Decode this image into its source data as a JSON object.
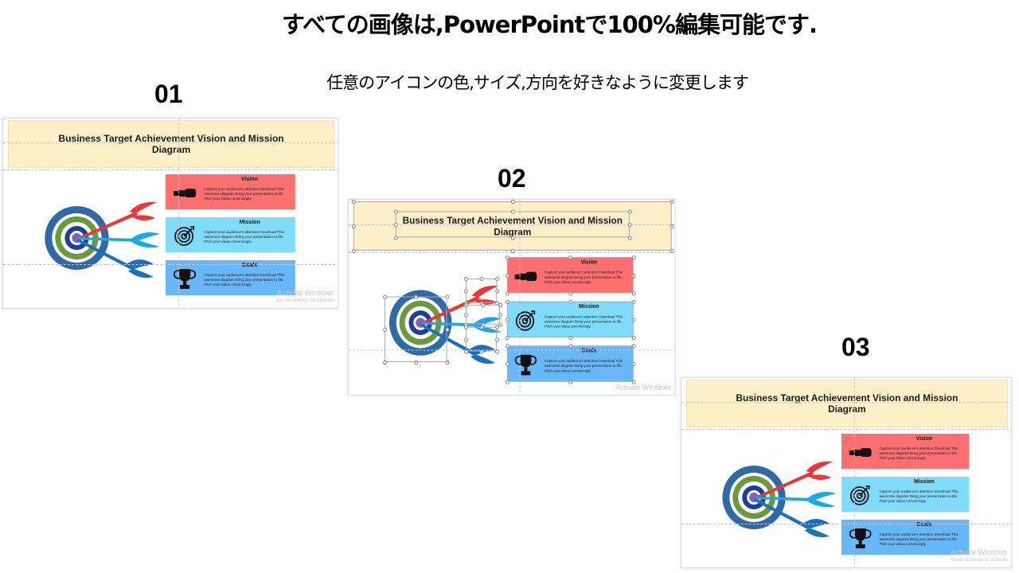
{
  "header": {
    "headline": "すべての画像は,PowerPointで100%編集可能です.",
    "subline": "任意のアイコンの色,サイズ,方向を好きなように変更します"
  },
  "colors": {
    "header_band": "#fdf0c8",
    "vision": "#fe6f6f",
    "mission": "#80dcfc",
    "goals": "#66b8fb",
    "ring_outer": "#2f6aa8",
    "ring_green": "#6a9a3a",
    "ring_inner": "#1c3f9c",
    "bullseye": "#8a5cc0",
    "dart_red": "#ef3535",
    "dart_cyan": "#1aa8e6",
    "dart_blue": "#1a6fbf"
  },
  "slides": [
    {
      "number": "01",
      "title": "Business Target Achievement Vision and Mission Diagram",
      "selected": false,
      "watermark": [
        "Activate Windows",
        "Go to Settings to activate"
      ],
      "boxes": [
        {
          "title": "Vision",
          "icon": "telescope-icon",
          "text": "Capture your audience's attention Download This awesome diagram Bring your presentation to life. Pitch your ideas convincingly."
        },
        {
          "title": "Mission",
          "icon": "target-icon",
          "text": "Capture your audience's attention Download This awesome diagram Bring your presentation to life. Pitch your ideas convincingly."
        },
        {
          "title": "Goals",
          "icon": "trophy-icon",
          "text": "Capture your audience's attention Download This awesome diagram Bring your presentation to life. Pitch your ideas convincingly."
        }
      ]
    },
    {
      "number": "02",
      "title": "Business Target Achievement Vision and Mission Diagram",
      "selected": true,
      "watermark": [
        "Activate Windows",
        ""
      ],
      "boxes": [
        {
          "title": "Vision",
          "icon": "telescope-icon",
          "text": "Capture your audience's attention Download This awesome diagram Bring your presentation to life. Pitch your ideas convincingly."
        },
        {
          "title": "Mission",
          "icon": "target-icon",
          "text": "Capture your audience's attention Download This awesome diagram Bring your presentation to life. Pitch your ideas convincingly."
        },
        {
          "title": "Goals",
          "icon": "trophy-icon",
          "text": "Capture your audience's attention Download This awesome diagram Bring your presentation to life. Pitch your ideas convincingly."
        }
      ]
    },
    {
      "number": "03",
      "title": "Business Target Achievement Vision and Mission Diagram",
      "selected": false,
      "watermark": [
        "Activate Windows",
        "Go to Settings to activate"
      ],
      "boxes": [
        {
          "title": "Vision",
          "icon": "telescope-icon",
          "text": "Capture your audience's attention Download This awesome diagram Bring your presentation to life. Pitch your ideas convincingly."
        },
        {
          "title": "Mission",
          "icon": "target-icon",
          "text": "Capture your audience's attention Download This awesome diagram Bring your presentation to life. Pitch your ideas convincingly."
        },
        {
          "title": "Goals",
          "icon": "trophy-icon",
          "text": "Capture your audience's attention Download This awesome diagram Bring your presentation to life. Pitch your ideas convincingly."
        }
      ]
    }
  ]
}
